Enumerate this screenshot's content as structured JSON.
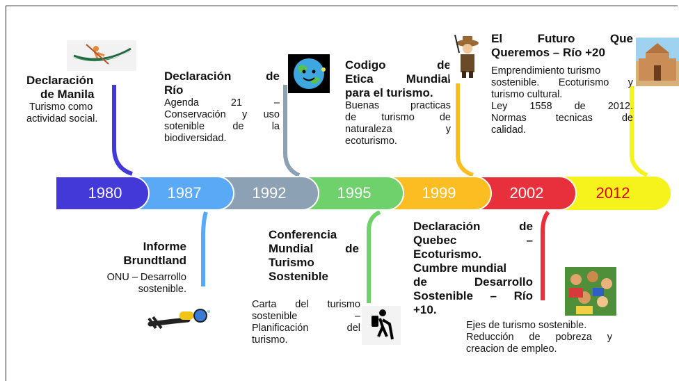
{
  "years": [
    "1980",
    "1987",
    "1992",
    "1995",
    "1999",
    "2002",
    "2012"
  ],
  "colors": {
    "y1980": "#4338d8",
    "y1987": "#5aa9f7",
    "y1992": "#8da1b4",
    "y1995": "#6ed16c",
    "y1999": "#fbbd22",
    "y2002": "#e8303c",
    "y2012": "#f6f21b",
    "text2012": "#d80000"
  },
  "events": {
    "manila": {
      "title1": "Declaración",
      "title2": "de Manila",
      "desc1": "Turismo como",
      "desc2": "actividad social."
    },
    "brundtland": {
      "title1": "Informe",
      "title2": "Brundtland",
      "desc1": "ONU – Desarrollo",
      "desc2": "sostenible."
    },
    "rio": {
      "title1": "Declaración de",
      "title2": "Río",
      "desc1": "Agenda 21 –",
      "desc2": "Conservación y uso",
      "desc3": "sotenible de la",
      "desc4": "biodiversidad."
    },
    "conferencia": {
      "title1": "Conferencia",
      "title2": "Mundial de",
      "title3": "Turismo",
      "title4": "Sostenible",
      "desc1": "Carta del turismo",
      "desc2": "sostenible –",
      "desc3": "Planificación del",
      "desc4": "turismo."
    },
    "codigo": {
      "title1": "Codigo de",
      "title2": "Etica Mundial",
      "title3": "para el turismo.",
      "desc1": "Buenas practicas",
      "desc2": "de turismo de",
      "desc3": "naturaleza y",
      "desc4": "ecoturismo."
    },
    "quebec": {
      "title1": "Declaración de",
      "title2": "Quebec –",
      "title3": "Ecoturismo.",
      "title4": "Cumbre mundial",
      "title5": "de Desarrollo",
      "title6": "Sostenible – Río",
      "title7": "+10.",
      "desc1": "Ejes de turismo sostenible.",
      "desc2": "Reducción de pobreza y",
      "desc3": "creacion de empleo."
    },
    "futuro": {
      "title1": "El Futuro Que",
      "title2": "Queremos – Río +20",
      "desc1": "Emprendimiento turismo",
      "desc2": "sostenible. Ecoturismo y",
      "desc3": "turismo cultural.",
      "desc4": "Ley 1558 de 2012.",
      "desc5": "Normas tecnicas de",
      "desc6": "calidad."
    }
  },
  "icons": [
    "canoe-icon",
    "earth-icon",
    "explorer-icon",
    "church-icon",
    "diver-icon",
    "hiker-icon",
    "people-icon"
  ]
}
